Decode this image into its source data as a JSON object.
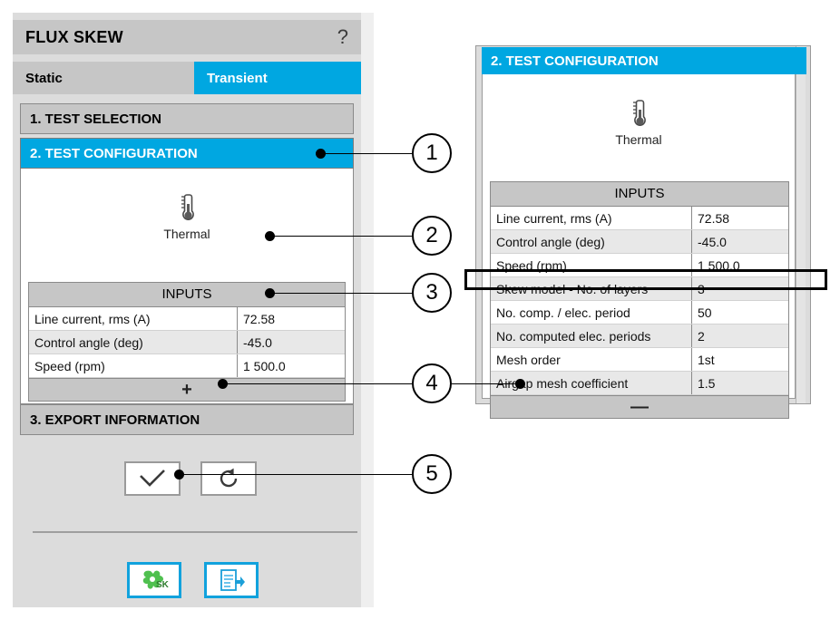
{
  "window": {
    "title": "FLUX SKEW",
    "help_icon": "?"
  },
  "tabs": [
    {
      "label": "Static",
      "active": false
    },
    {
      "label": "Transient",
      "active": true
    }
  ],
  "sections": [
    {
      "label": "1. TEST SELECTION",
      "state": "inactive"
    },
    {
      "label": "2. TEST CONFIGURATION",
      "state": "active"
    },
    {
      "label": "3. EXPORT INFORMATION",
      "state": "inactive"
    }
  ],
  "config": {
    "selection_icon": "thermometer-icon",
    "selection_label": "Thermal",
    "table": {
      "header": "INPUTS",
      "rows": [
        {
          "key": "Line current, rms (A)",
          "value": "72.58"
        },
        {
          "key": "Control angle (deg)",
          "value": "-45.0"
        },
        {
          "key": "Speed (rpm)",
          "value": "1 500.0"
        }
      ],
      "footer": "+",
      "footer_icon": "plus-icon"
    }
  },
  "actions": {
    "ok_icon": "check-icon",
    "reset_icon": "reset-icon",
    "skew_icon": "skew-fan-icon",
    "skew_badge": "SK",
    "export_icon": "export-document-icon"
  },
  "expanded": {
    "section_label": "2. TEST CONFIGURATION",
    "selection_icon": "thermometer-icon",
    "selection_label": "Thermal",
    "table": {
      "header": "INPUTS",
      "rows": [
        {
          "key": "Line current, rms (A)",
          "value": "72.58"
        },
        {
          "key": "Control angle (deg)",
          "value": "-45.0"
        },
        {
          "key": "Speed (rpm)",
          "value": "1 500.0"
        },
        {
          "key": "Skew model - No. of layers",
          "value": "3"
        },
        {
          "key": "No. comp. / elec. period",
          "value": "50"
        },
        {
          "key": "No. computed elec. periods",
          "value": "2"
        },
        {
          "key": "Mesh order",
          "value": "1st"
        },
        {
          "key": "Airgap mesh coefficient",
          "value": "1.5"
        }
      ],
      "footer": "—",
      "footer_icon": "minus-icon"
    },
    "highlighted_row": "Skew model - No. of layers"
  },
  "callouts": [
    {
      "number": "1"
    },
    {
      "number": "2"
    },
    {
      "number": "3"
    },
    {
      "number": "4"
    },
    {
      "number": "5"
    }
  ],
  "colors": {
    "accent_blue": "#00a7e1",
    "panel_grey": "#dcdcdc",
    "bar_grey": "#c6c6c6",
    "icon_blue": "#11a2dd",
    "skew_green": "#4caf50"
  }
}
